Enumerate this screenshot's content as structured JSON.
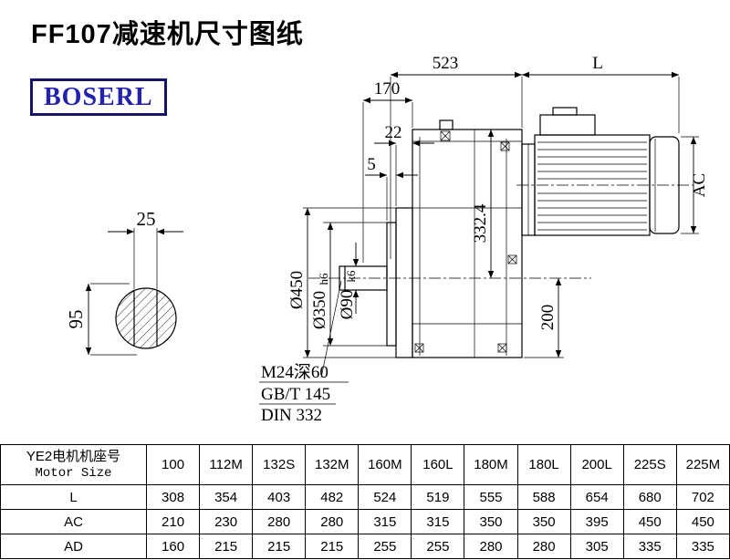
{
  "page": {
    "title": "FF107减速机尺寸图纸",
    "brand": "BOSERL"
  },
  "drawing": {
    "dims": {
      "total_width": "523",
      "motor_length": "L",
      "d170": "170",
      "d22": "22",
      "d5": "5",
      "ac": "AC",
      "d332": "332.4",
      "d200": "200",
      "flange_od": "Ø450",
      "spigot_d": "Ø350",
      "spigot_tol": "h6",
      "shaft_d": "Ø90",
      "shaft_tol": "k6",
      "key_width": "25",
      "key_height": "95",
      "tap": "M24深60",
      "std1": "GB/T 145",
      "std2": "DIN 332"
    }
  },
  "table": {
    "row_header_cn": "YE2电机机座号",
    "row_header_en": "Motor Size",
    "columns": [
      "100",
      "112M",
      "132S",
      "132M",
      "160M",
      "160L",
      "180M",
      "180L",
      "200L",
      "225S",
      "225M"
    ],
    "rows": [
      {
        "label": "L",
        "values": [
          "308",
          "354",
          "403",
          "482",
          "524",
          "519",
          "555",
          "588",
          "654",
          "680",
          "702"
        ]
      },
      {
        "label": "AC",
        "values": [
          "210",
          "230",
          "280",
          "280",
          "315",
          "315",
          "350",
          "350",
          "395",
          "450",
          "450"
        ]
      },
      {
        "label": "AD",
        "values": [
          "160",
          "215",
          "215",
          "215",
          "255",
          "255",
          "280",
          "280",
          "305",
          "335",
          "335"
        ]
      }
    ]
  }
}
